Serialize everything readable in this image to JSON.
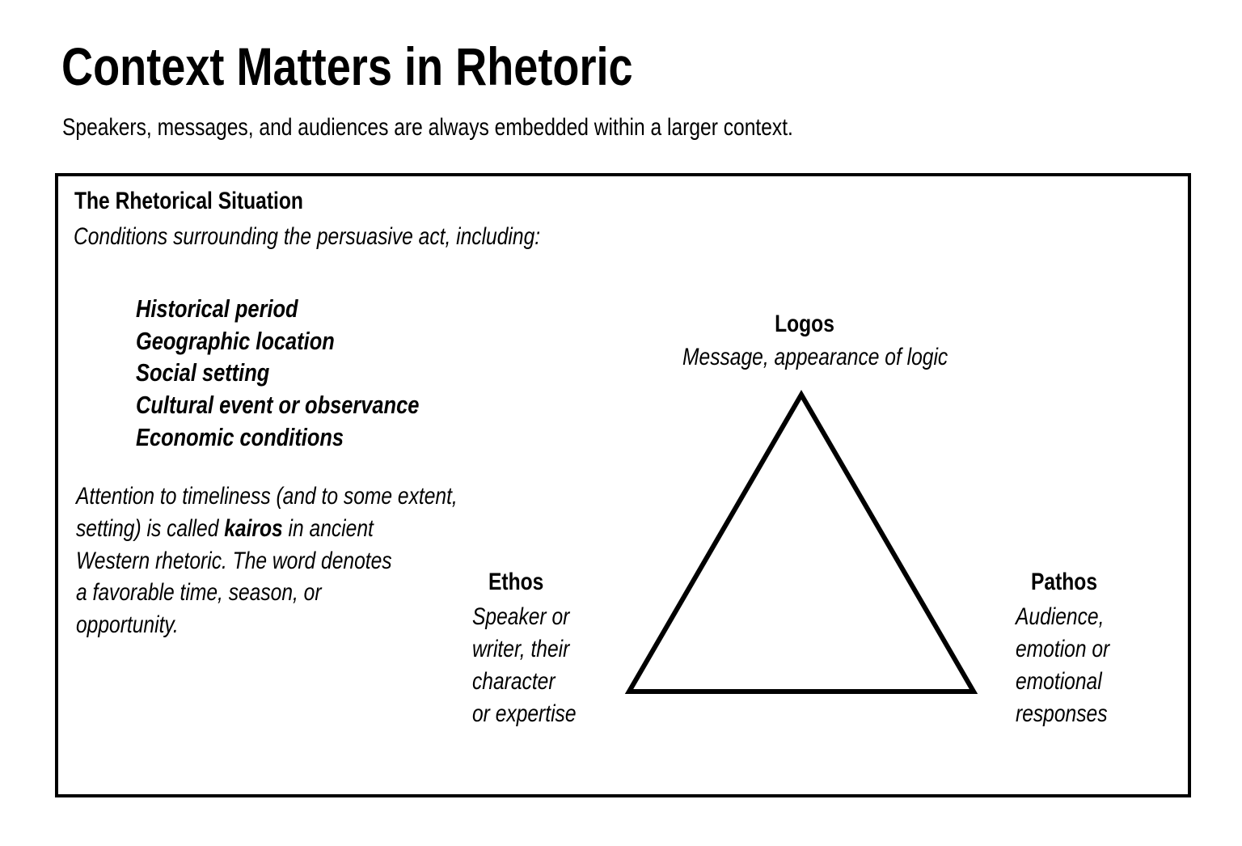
{
  "title": "Context Matters in Rhetoric",
  "subtitle": "Speakers, messages, and audiences are always embedded within a larger context.",
  "rhetorical_situation": {
    "heading": "The Rhetorical Situation",
    "description": "Conditions surrounding the persuasive act, including:",
    "factors": [
      "Historical period",
      "Geographic location",
      "Social setting",
      "Cultural event or observance",
      "Economic conditions"
    ],
    "kairos_note": {
      "lines": [
        "Attention to timeliness (and to some extent,",
        "setting) is called ",
        "kairos",
        " in ancient",
        "Western rhetoric. The word denotes",
        "a favorable time, season, or",
        "opportunity."
      ]
    }
  },
  "triangle": {
    "logos": {
      "title": "Logos",
      "description": "Message, appearance of logic"
    },
    "ethos": {
      "title": "Ethos",
      "description_lines": [
        "Speaker or",
        "writer, their",
        "character",
        "or expertise"
      ]
    },
    "pathos": {
      "title": "Pathos",
      "description_lines": [
        "Audience,",
        "emotion or",
        "emotional",
        "responses"
      ]
    }
  }
}
